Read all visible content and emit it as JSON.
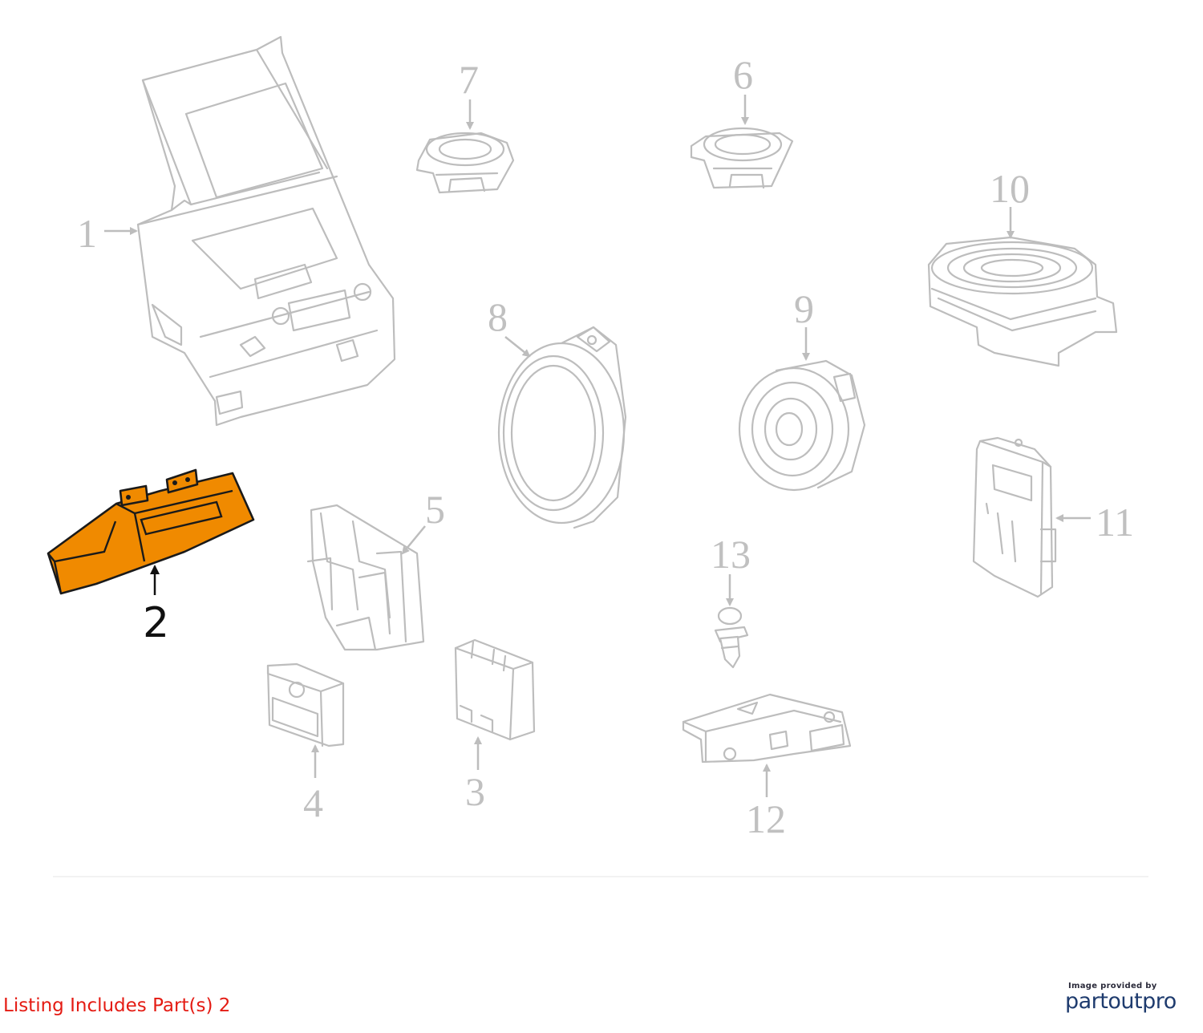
{
  "diagram": {
    "callouts": [
      {
        "id": 1,
        "label": "1",
        "highlighted": false
      },
      {
        "id": 2,
        "label": "2",
        "highlighted": true
      },
      {
        "id": 3,
        "label": "3",
        "highlighted": false
      },
      {
        "id": 4,
        "label": "4",
        "highlighted": false
      },
      {
        "id": 5,
        "label": "5",
        "highlighted": false
      },
      {
        "id": 6,
        "label": "6",
        "highlighted": false
      },
      {
        "id": 7,
        "label": "7",
        "highlighted": false
      },
      {
        "id": 8,
        "label": "8",
        "highlighted": false
      },
      {
        "id": 9,
        "label": "9",
        "highlighted": false
      },
      {
        "id": 10,
        "label": "10",
        "highlighted": false
      },
      {
        "id": 11,
        "label": "11",
        "highlighted": false
      },
      {
        "id": 12,
        "label": "12",
        "highlighted": false
      },
      {
        "id": 13,
        "label": "13",
        "highlighted": false
      }
    ],
    "colors": {
      "highlight_fill": "#f08a00",
      "ghost_stroke": "#bdbdbd",
      "listing_text": "#e41b13",
      "logo_text": "#1e3b6e"
    }
  },
  "listing": {
    "text": "Listing Includes Part(s) 2"
  },
  "credit": {
    "prefix": "Image provided by",
    "logo": "partoutpro"
  }
}
